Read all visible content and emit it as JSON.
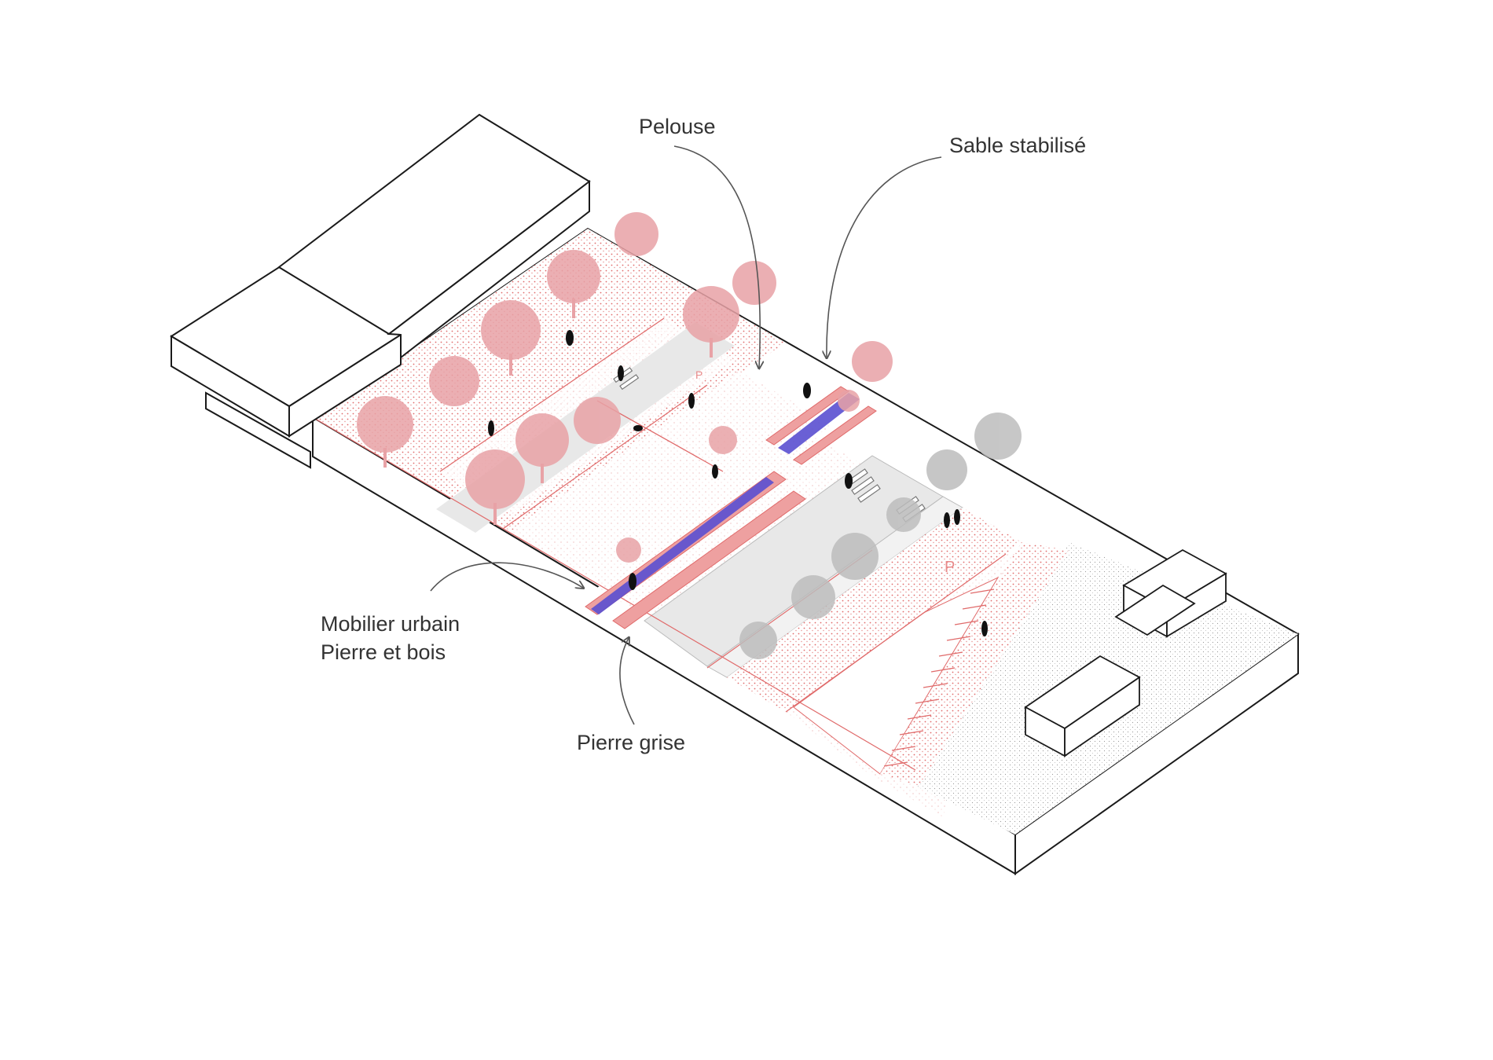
{
  "labels": {
    "pelouse": "Pelouse",
    "sable": "Sable stabilisé",
    "mobilier_line1": "Mobilier urbain",
    "mobilier_line2": "Pierre et bois",
    "pierre_grise": "Pierre grise"
  },
  "colors": {
    "outline": "#1a1a1a",
    "texture_red": "#e06a6a",
    "tree_pink": "#e8a2a6",
    "tree_grey": "#bdbdbd",
    "road_grey": "#e8e8e8",
    "furniture_red": "#eea0a0",
    "water_blue": "#5a4fd0",
    "people": "#111111",
    "leader": "#555555"
  }
}
